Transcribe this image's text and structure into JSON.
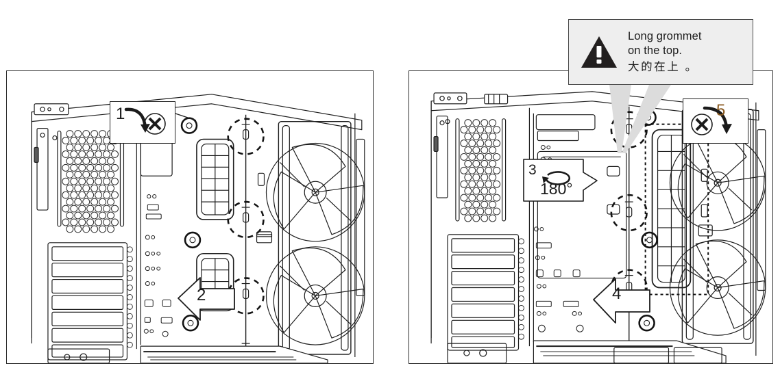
{
  "document": {
    "type": "assembly-instruction-illustration",
    "subject": "PC case cable grommet relocation",
    "panel_count": 2
  },
  "note": {
    "icon": "warning-triangle-icon",
    "line1": "Long grommet",
    "line2": "on the top.",
    "line3_zh": "大的在上 。",
    "background": "#eeeeee",
    "border": "#4a4a4a"
  },
  "panels": [
    {
      "id": "panel-left",
      "name": "before-state",
      "callouts": [
        {
          "id": "step-1",
          "number": "1",
          "symbol": "phillips-screw-icon",
          "action": "unscrew",
          "arrow": "curved-counterclockwise"
        },
        {
          "id": "step-2",
          "number": "2",
          "symbol": "block-arrow-left-icon",
          "action": "slide-out-grommet",
          "arrow": "left"
        }
      ]
    },
    {
      "id": "panel-right",
      "name": "after-state",
      "callouts": [
        {
          "id": "step-3",
          "number": "3",
          "label": "180°",
          "symbol": "rotate-icon",
          "action": "rotate"
        },
        {
          "id": "step-4",
          "number": "4",
          "symbol": "block-arrow-left-icon",
          "action": "install-grommet",
          "arrow": "left"
        },
        {
          "id": "step-5",
          "number": "5",
          "symbol": "phillips-screw-icon",
          "action": "screw-in",
          "arrow": "curved-clockwise"
        }
      ]
    }
  ],
  "colors": {
    "line": "#1e1e1e",
    "panel_border": "#2b2b2b",
    "note_bg": "#eeeeee",
    "accent_number": "#8a5a20",
    "mesh": "#2a2a2a"
  },
  "labels": {
    "degrees_180": "180°",
    "num_1": "1",
    "num_2": "2",
    "num_3": "3",
    "num_4": "4",
    "num_5": "5"
  }
}
